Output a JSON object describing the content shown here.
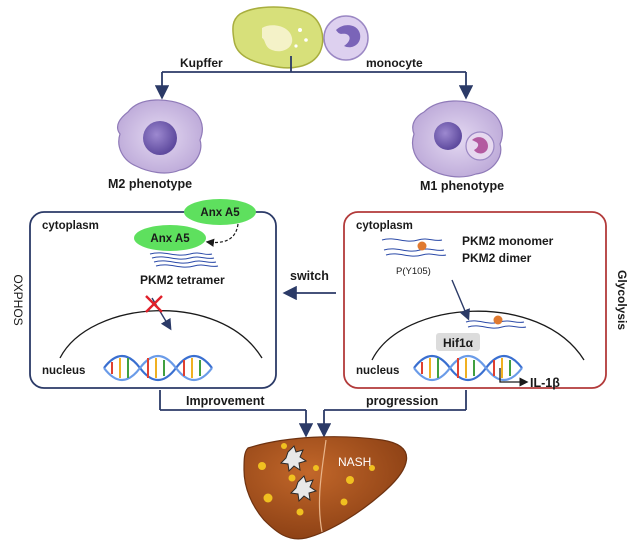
{
  "top": {
    "left_label": "Kupffer",
    "right_label": "monocyte"
  },
  "phenotypes": {
    "m2": "M2 phenotype",
    "m1": "M1 phenotype"
  },
  "left_panel": {
    "side_label": "OXPHOS",
    "cytoplasm": "cytoplasm",
    "anx_top": "Anx A5",
    "anx_bottom": "Anx A5",
    "tetramer": "PKM2 tetramer",
    "nucleus": "nucleus"
  },
  "right_panel": {
    "side_label": "Glycolysis",
    "cytoplasm": "cytoplasm",
    "monomer": "PKM2 monomer",
    "dimer": "PKM2 dimer",
    "phospho": "P(Y105)",
    "hif": "Hif1α",
    "nucleus": "nucleus",
    "il": "IL-1β"
  },
  "middle": {
    "switch": "switch"
  },
  "bottom": {
    "improvement": "Improvement",
    "progression": "progression",
    "nash": "NASH"
  },
  "colors": {
    "left_border": "#2b3a67",
    "right_border": "#b23a3a",
    "anx_green": "#5ee05e",
    "cell_purple": "#c9b8e0",
    "nucleus_purple": "#7a64b8",
    "kupffer_green": "#d7e07a",
    "liver_brown": "#a8501c",
    "fat_yellow": "#f0c020",
    "phospho_orange": "#e07a30"
  }
}
